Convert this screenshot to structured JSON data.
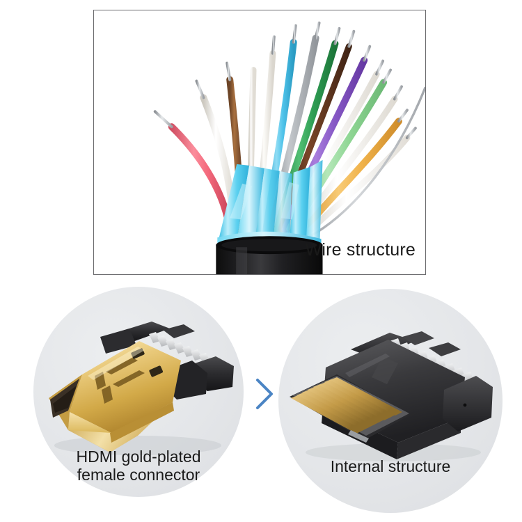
{
  "image": {
    "type": "product-photo-collage",
    "subject": "HDMI cable components",
    "background_color": "#ffffff"
  },
  "top_panel": {
    "name": "wire-structure-panel",
    "caption": "Wire structure",
    "border_color": "#6b6b6e",
    "cable": {
      "jacket_color": "#141414",
      "shield_foil_color": "#7fe0f5",
      "description": "black outer jacket with cyan foil-shielded twisted pair bundles"
    },
    "wires": [
      {
        "label": "wire-1",
        "color": "#f4697c",
        "name": "pink"
      },
      {
        "label": "wire-2",
        "color": "#f2efe9",
        "name": "white"
      },
      {
        "label": "wire-3",
        "color": "#8d5a33",
        "name": "brown"
      },
      {
        "label": "wire-4",
        "color": "#f4f2ee",
        "name": "white"
      },
      {
        "label": "wire-5",
        "color": "#eeebe4",
        "name": "white"
      },
      {
        "label": "wire-6",
        "color": "#4fc3ea",
        "name": "blue"
      },
      {
        "label": "wire-7",
        "color": "#a9adb1",
        "name": "gray"
      },
      {
        "label": "wire-8",
        "color": "#2f9e54",
        "name": "green"
      },
      {
        "label": "wire-9",
        "color": "#5a3220",
        "name": "dark-brown"
      },
      {
        "label": "wire-10",
        "color": "#8759c6",
        "name": "purple"
      },
      {
        "label": "wire-11",
        "color": "#f3f1ec",
        "name": "white"
      },
      {
        "label": "wire-12",
        "color": "#8fd694",
        "name": "light-green"
      },
      {
        "label": "wire-13",
        "color": "#f3f1ec",
        "name": "white"
      },
      {
        "label": "wire-14",
        "color": "#f0b24a",
        "name": "orange"
      },
      {
        "label": "wire-15",
        "color": "#f5f3ef",
        "name": "white"
      },
      {
        "label": "wire-16",
        "color": "#b9bcc0",
        "name": "bare-drain-wire"
      }
    ],
    "conductor_tip_color": "#b9bcc0"
  },
  "bottom_left": {
    "name": "hdmi-female-connector",
    "caption": "HDMI gold-plated\nfemale connector",
    "disc_color": "#e4e6e9",
    "colors": {
      "gold_shell": "#e8c978",
      "gold_shell_dark": "#b28c33",
      "black_body": "#2a2a2c",
      "pin_silver": "#d8d8da",
      "cavity": "#3a3026"
    }
  },
  "bottom_right": {
    "name": "internal-structure",
    "caption": "Internal structure",
    "disc_color": "#e4e6e9",
    "colors": {
      "black_housing": "#3c3c3e",
      "gold_contacts": "#c9a253",
      "pin_silver": "#d9d9db"
    }
  },
  "divider": {
    "name": "chevron-arrow",
    "glyph": "›",
    "color": "#4a84c4"
  }
}
